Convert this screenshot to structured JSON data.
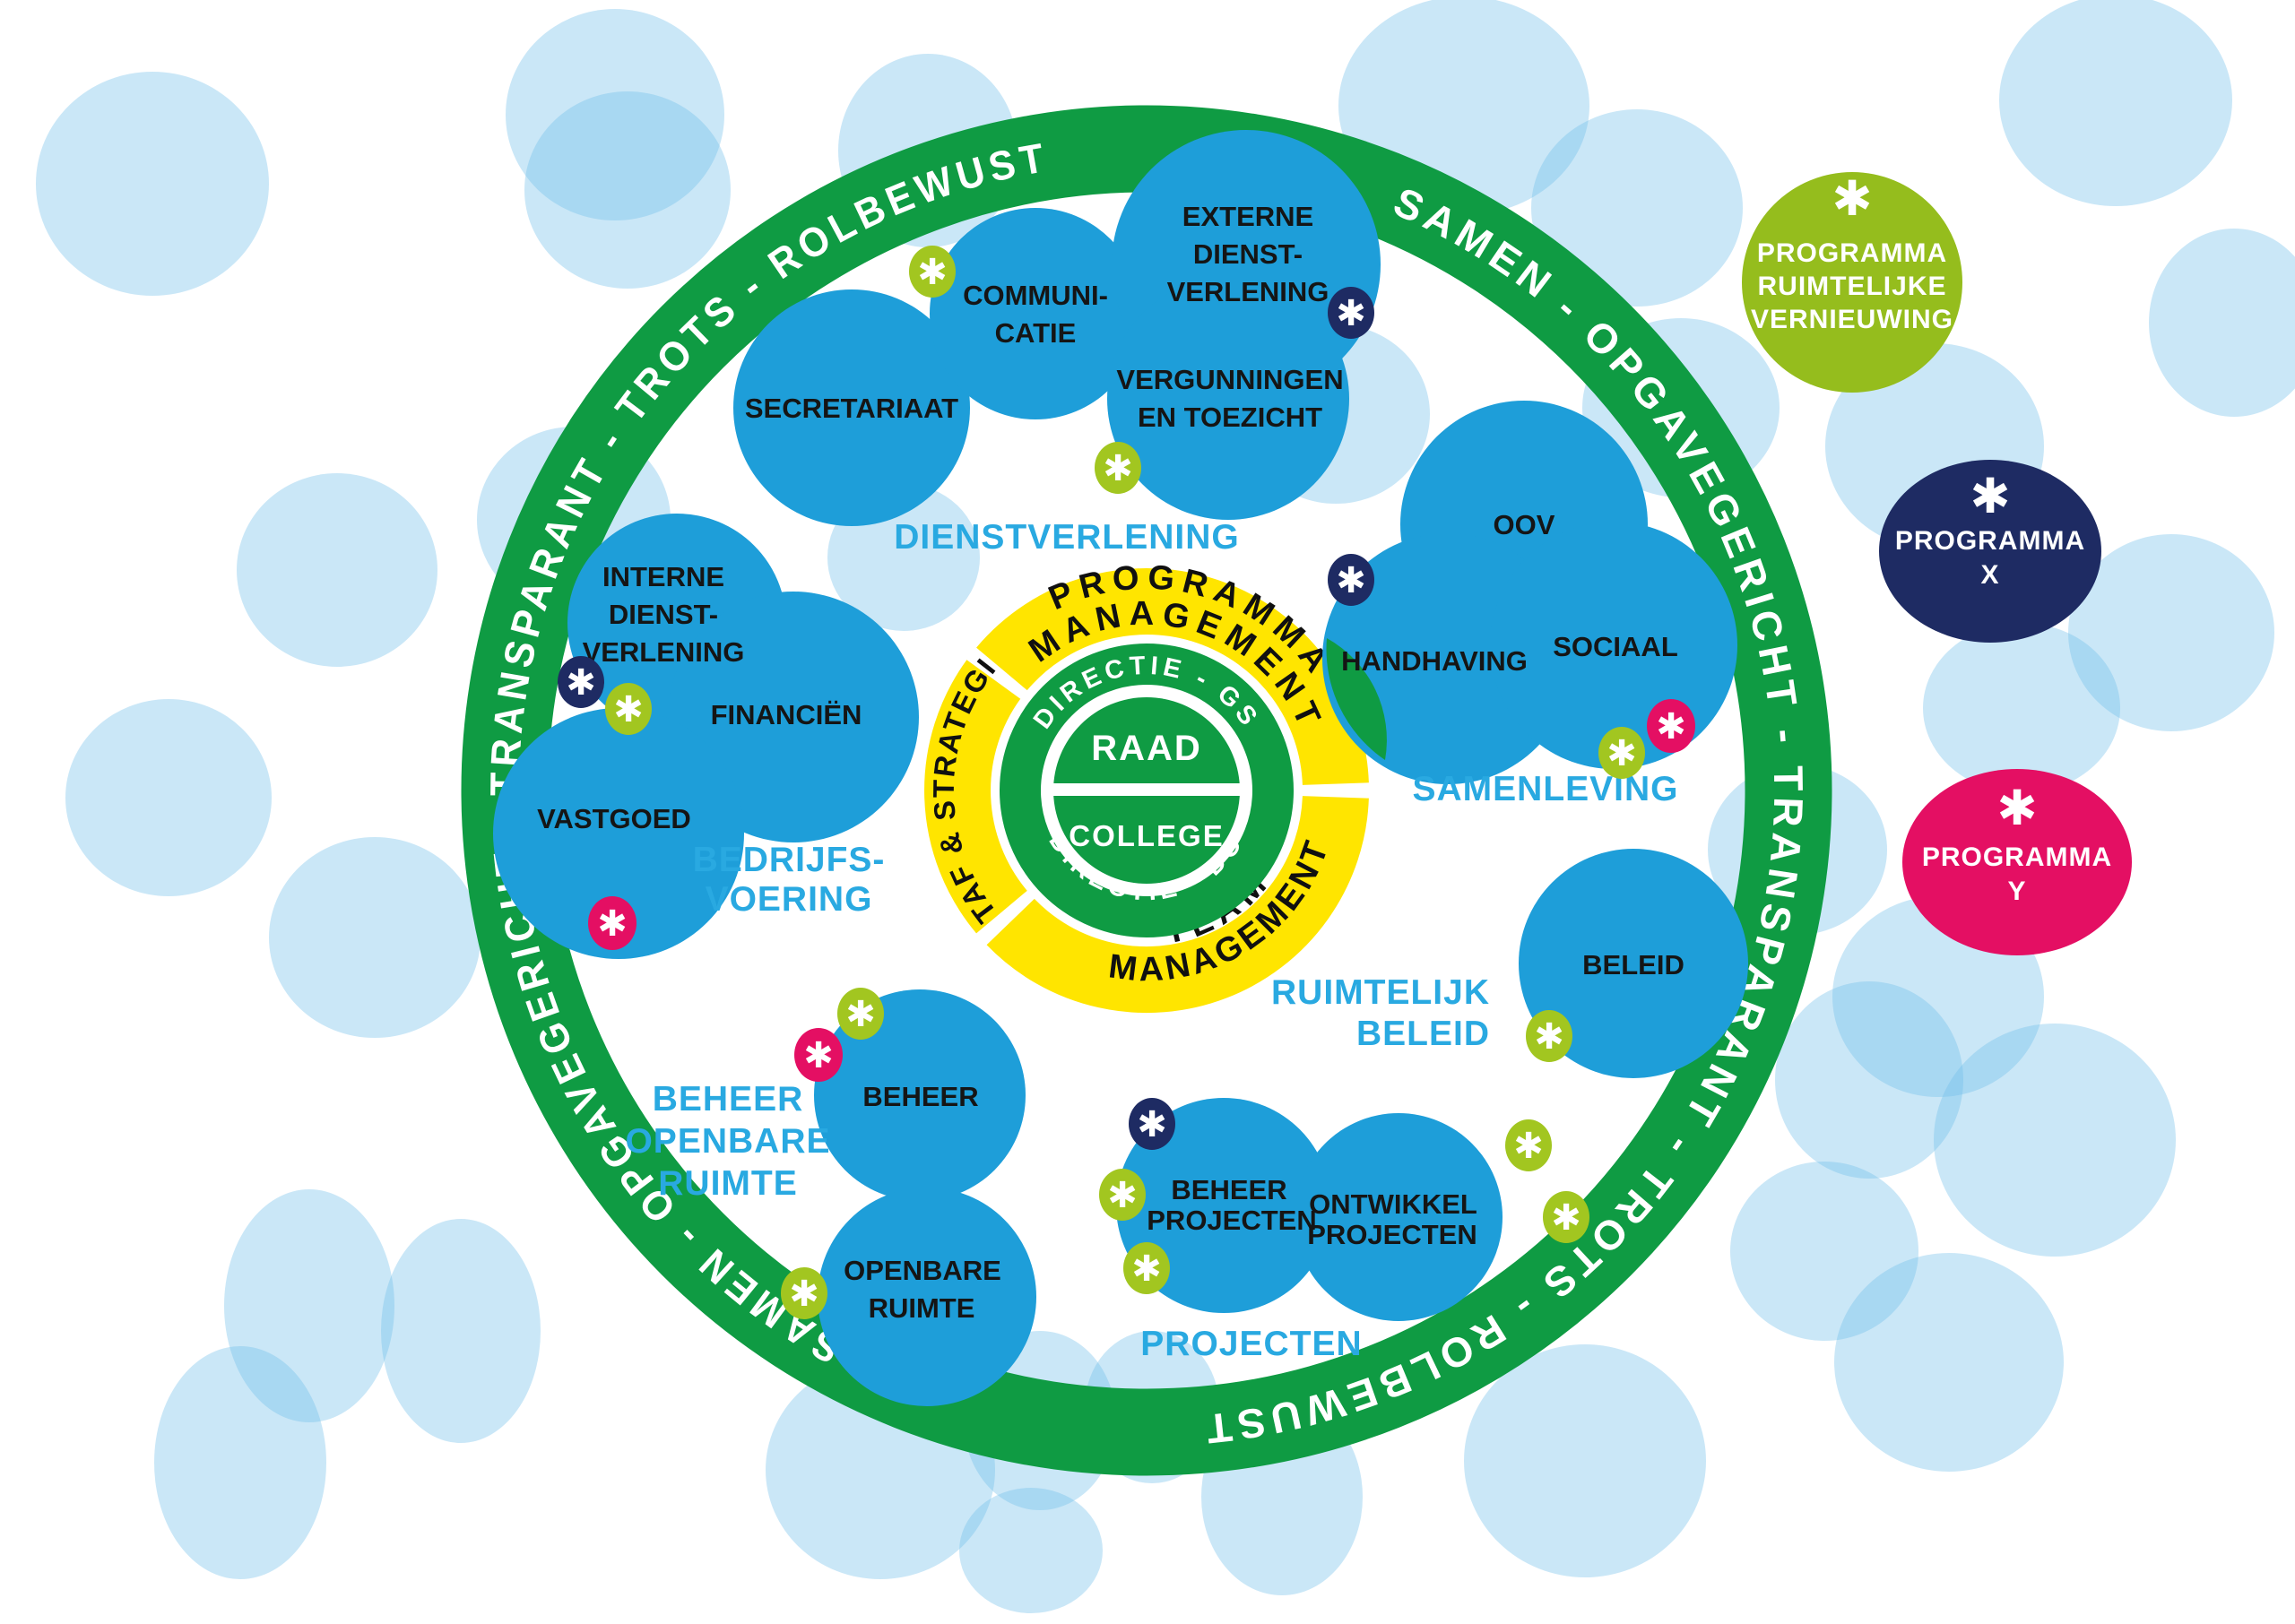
{
  "icons": {
    "asterisk": "✱"
  },
  "ring": {
    "motto": "SAMEN - OPGAVEGERICHT - TRANSPARANT - TROTS - ROLBEWUST"
  },
  "core": {
    "raad": "RAAD",
    "college": "COLLEGE",
    "directie_top": "DIRECTIE - GS",
    "directie_bottom": "DIRECTIE - DO",
    "staf": "STAF & STRATEGIE",
    "programma": [
      "PROGRAMMA",
      "MANAGEMENT"
    ],
    "team": [
      "TEAM",
      "MANAGEMENT"
    ]
  },
  "clusters": {
    "dienstverlening": {
      "label": [
        "DIENSTVERLENING"
      ],
      "secretariaat": [
        "SECRETARIAAT"
      ],
      "communicatie": [
        "COMMUNI-",
        "CATIE"
      ],
      "externe": [
        "EXTERNE",
        "DIENST-",
        "VERLENING"
      ],
      "vergunningen": [
        "VERGUNNINGEN",
        "EN TOEZICHT"
      ]
    },
    "bedrijfsvoering": {
      "label": [
        "BEDRIJFS-",
        "VOERING"
      ],
      "interne": [
        "INTERNE",
        "DIENST-",
        "VERLENING"
      ],
      "financien": [
        "FINANCIËN"
      ],
      "vastgoed": [
        "VASTGOED"
      ]
    },
    "samenleving": {
      "label": [
        "SAMENLEVING"
      ],
      "oov": [
        "OOV"
      ],
      "handhaving": [
        "HANDHAVING"
      ],
      "sociaal": [
        "SOCIAAL"
      ]
    },
    "ruimtelijk_beleid": {
      "label": [
        "RUIMTELIJK",
        "BELEID"
      ],
      "beleid": [
        "BELEID"
      ]
    },
    "beheer_openbare_ruimte": {
      "label": [
        "BEHEER",
        "OPENBARE",
        "RUIMTE"
      ],
      "beheer": [
        "BEHEER"
      ],
      "openbare_ruimte": [
        "OPENBARE",
        "RUIMTE"
      ]
    },
    "projecten": {
      "label": [
        "PROJECTEN"
      ],
      "beheer_projecten": [
        "BEHEER",
        "PROJECTEN"
      ],
      "ontwikkel_projecten": [
        "ONTWIKKEL",
        "PROJECTEN"
      ]
    }
  },
  "programmas": {
    "ruimtelijke_vernieuwing": [
      "PROGRAMMA",
      "RUIMTELIJKE",
      "VERNIEUWING"
    ],
    "x": [
      "PROGRAMMA",
      "X"
    ],
    "y": [
      "PROGRAMMA",
      "Y"
    ]
  },
  "colors": {
    "ring_green": "#0f9b43",
    "cloud_blue": "#1e9ed9",
    "label_blue": "#29a9e1",
    "core_yellow": "#ffe500",
    "badge_lime": "#a2c620",
    "sat_green": "#95bd1d",
    "badge_navy": "#1e2b63",
    "badge_pink": "#e40f63",
    "bg_light_blue": "#70bde8"
  }
}
